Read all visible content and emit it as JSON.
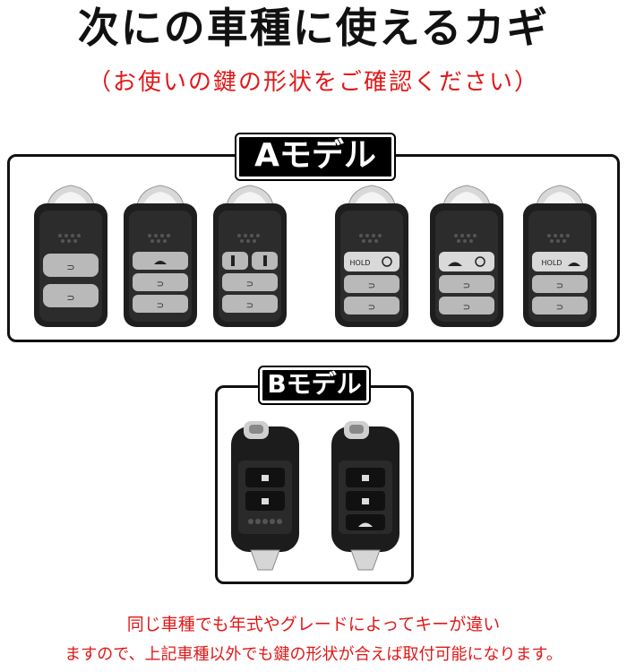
{
  "title": "次にの車種に使えるカギ",
  "subtitle": "（お使いの鍵の形状をご確認ください）",
  "model_a": {
    "label": "Aモデル",
    "keys": [
      {
        "buttons": [
          "lock",
          "unlock"
        ]
      },
      {
        "buttons": [
          "trunk",
          "lock",
          "unlock"
        ]
      },
      {
        "buttons": [
          "slide-doors",
          "lock",
          "unlock"
        ]
      },
      {
        "buttons": [
          "hold",
          "lock",
          "unlock"
        ]
      },
      {
        "buttons": [
          "trunk-power",
          "lock",
          "unlock"
        ]
      },
      {
        "buttons": [
          "trunk-hold",
          "lock",
          "unlock"
        ]
      }
    ],
    "hold_text": "HOLD"
  },
  "model_b": {
    "label": "Bモデル",
    "keys": [
      {
        "buttons": [
          "lock",
          "unlock"
        ]
      },
      {
        "buttons": [
          "lock",
          "unlock",
          "trunk"
        ]
      }
    ]
  },
  "notes": {
    "line1": "同じ車種でも年式やグレードによってキーが違い",
    "line2": "ますので、上記車種以外でも鍵の形状が合えば取付可能になります。"
  }
}
